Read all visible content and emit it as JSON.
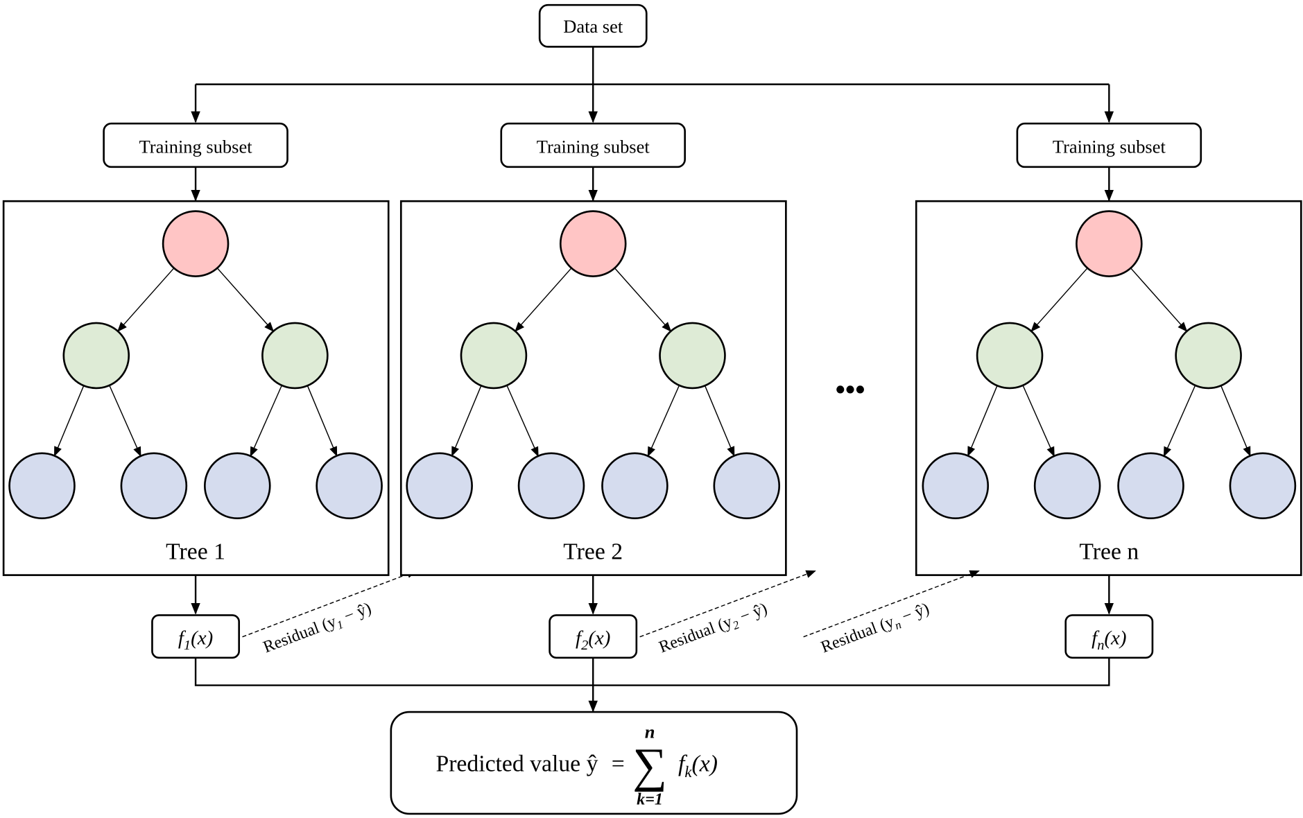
{
  "title": "Gradient boosting ensemble of decision trees",
  "dataset": {
    "label": "Data set"
  },
  "training_subset_label": "Training subset",
  "ellipsis": "•••",
  "colors": {
    "root": "#ffc5c5",
    "internal": "#deebd6",
    "leaf": "#d5dcee",
    "stroke": "#000000"
  },
  "trees": [
    {
      "name": "Tree 1",
      "func_base": "f",
      "func_sub": "1",
      "func_arg": "(x)",
      "residual_prefix": "Residual (y",
      "residual_sub": "1",
      "residual_suffix": " − ŷ)"
    },
    {
      "name": "Tree 2",
      "func_base": "f",
      "func_sub": "2",
      "func_arg": "(x)",
      "residual_prefix": "Residual (y",
      "residual_sub": "2",
      "residual_suffix": " − ŷ)"
    },
    {
      "name": "Tree n",
      "func_base": "f",
      "func_sub": "n",
      "func_arg": "(x)",
      "residual_prefix": "Residual (y",
      "residual_sub": "n",
      "residual_suffix": " − ŷ)"
    }
  ],
  "prediction": {
    "text": "Predicted value ŷ",
    "equals": "=",
    "sigma": "∑",
    "upper": "n",
    "lower": "k=1",
    "term_base": "f",
    "term_sub": "k",
    "term_arg": "(x)"
  }
}
